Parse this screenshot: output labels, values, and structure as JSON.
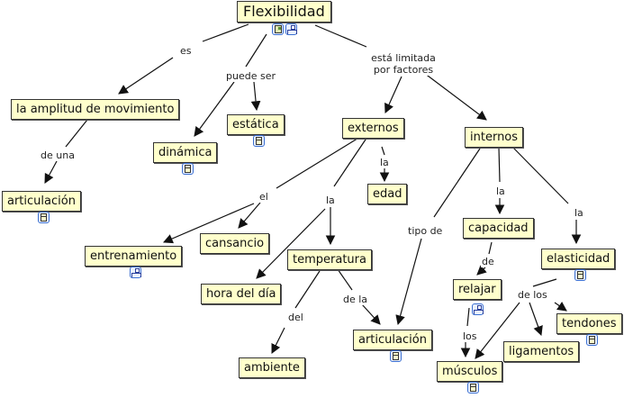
{
  "concept_map": {
    "title": "Flexibilidad",
    "nodes": {
      "flexibilidad": {
        "label": "Flexibilidad",
        "icons": [
          "image-document-icon",
          "linked-map-icon"
        ]
      },
      "amplitud": {
        "label": "la amplitud de movimiento",
        "icons": []
      },
      "articulacion1": {
        "label": "articulación",
        "icons": [
          "document-icon"
        ]
      },
      "dinamica": {
        "label": "dinámica",
        "icons": [
          "document-icon"
        ]
      },
      "estatica": {
        "label": "estática",
        "icons": [
          "document-icon"
        ]
      },
      "externos": {
        "label": "externos",
        "icons": []
      },
      "internos": {
        "label": "internos",
        "icons": []
      },
      "edad": {
        "label": "edad",
        "icons": []
      },
      "entrenamiento": {
        "label": "entrenamiento",
        "icons": [
          "linked-map-icon"
        ]
      },
      "cansancio": {
        "label": "cansancio",
        "icons": []
      },
      "temperatura": {
        "label": "temperatura",
        "icons": []
      },
      "hora": {
        "label": "hora del día",
        "icons": []
      },
      "ambiente": {
        "label": "ambiente",
        "icons": []
      },
      "articulacion2": {
        "label": "articulación",
        "icons": [
          "document-icon"
        ]
      },
      "capacidad": {
        "label": "capacidad",
        "icons": []
      },
      "elasticidad": {
        "label": "elasticidad",
        "icons": [
          "document-icon"
        ]
      },
      "relajar": {
        "label": "relajar",
        "icons": [
          "linked-map-icon"
        ]
      },
      "tendones": {
        "label": "tendones",
        "icons": [
          "document-icon"
        ]
      },
      "ligamentos": {
        "label": "ligamentos",
        "icons": []
      },
      "musculos": {
        "label": "músculos",
        "icons": [
          "document-icon"
        ]
      }
    },
    "linking_phrases": {
      "es": "es",
      "puede_ser": "puede ser",
      "limitada": "está limitada por factores",
      "de_una": "de una",
      "la_edad": "la",
      "el": "el",
      "la_ext": "la",
      "tipo_de": "tipo de",
      "la_cap": "la",
      "la_ela": "la",
      "de_cap": "de",
      "del": "del",
      "de_la": "de la",
      "de_los": "de los",
      "los": "los"
    },
    "connections": [
      [
        "flexibilidad",
        "es",
        "amplitud"
      ],
      [
        "flexibilidad",
        "puede_ser",
        "dinamica"
      ],
      [
        "flexibilidad",
        "puede_ser",
        "estatica"
      ],
      [
        "flexibilidad",
        "limitada",
        "externos"
      ],
      [
        "flexibilidad",
        "limitada",
        "internos"
      ],
      [
        "amplitud",
        "de_una",
        "articulacion1"
      ],
      [
        "externos",
        "la_edad",
        "edad"
      ],
      [
        "externos",
        "el",
        "entrenamiento"
      ],
      [
        "externos",
        "el",
        "cansancio"
      ],
      [
        "externos",
        "la_ext",
        "hora"
      ],
      [
        "externos",
        "la_ext",
        "temperatura"
      ],
      [
        "temperatura",
        "del",
        "ambiente"
      ],
      [
        "temperatura",
        "de_la",
        "articulacion2"
      ],
      [
        "internos",
        "tipo_de",
        "articulacion2"
      ],
      [
        "internos",
        "la_cap",
        "capacidad"
      ],
      [
        "internos",
        "la_ela",
        "elasticidad"
      ],
      [
        "capacidad",
        "de_cap",
        "relajar"
      ],
      [
        "relajar",
        "los",
        "musculos"
      ],
      [
        "elasticidad",
        "de_los",
        "musculos"
      ],
      [
        "elasticidad",
        "de_los",
        "ligamentos"
      ],
      [
        "elasticidad",
        "de_los",
        "tendones"
      ]
    ],
    "colors": {
      "node_fill": "#ffffcc",
      "node_border": "#333333",
      "line": "#111111",
      "icon_border": "#3b6fd1"
    }
  }
}
